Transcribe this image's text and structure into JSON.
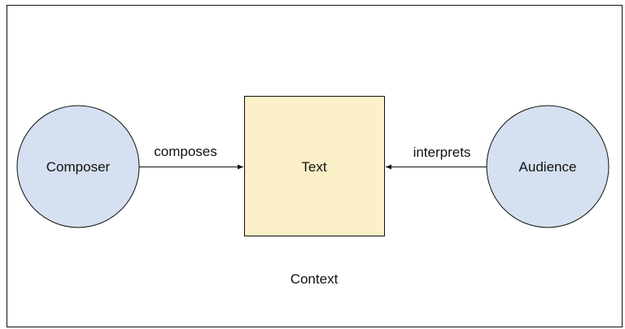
{
  "diagram": {
    "nodes": {
      "composer": {
        "label": "Composer",
        "fill": "#d5e0f0",
        "stroke": "#111111"
      },
      "text": {
        "label": "Text",
        "fill": "#fbf0c8",
        "stroke": "#111111"
      },
      "audience": {
        "label": "Audience",
        "fill": "#d5e0f0",
        "stroke": "#111111"
      }
    },
    "edges": {
      "composes": {
        "label": "composes",
        "from": "Composer",
        "to": "Text"
      },
      "interprets": {
        "label": "interprets",
        "from": "Audience",
        "to": "Text"
      }
    },
    "context_label": "Context",
    "frame_stroke": "#111111"
  }
}
